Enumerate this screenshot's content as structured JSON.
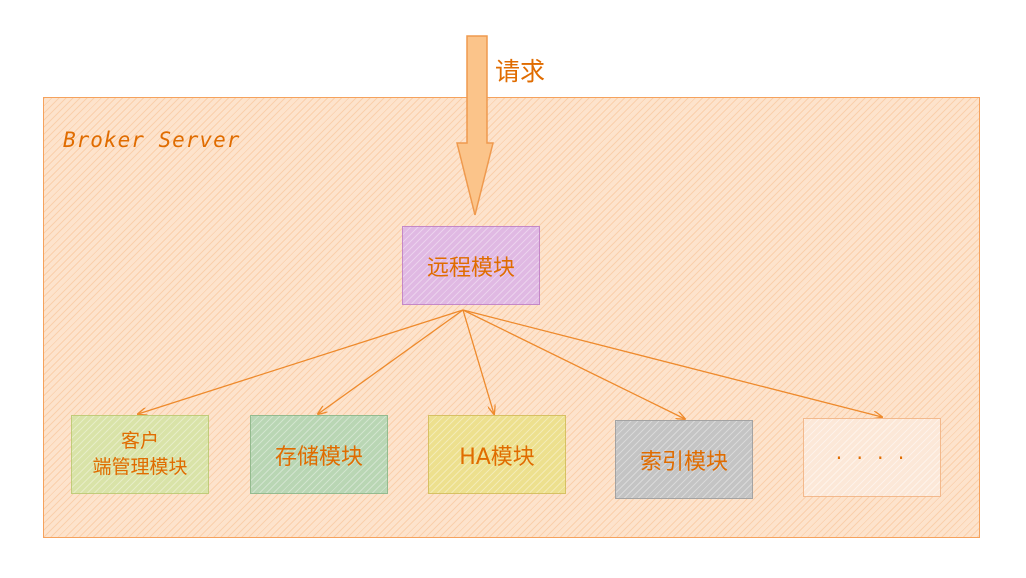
{
  "request_label": "请求",
  "server_label": "Broker Server",
  "remote_module": "远程模块",
  "modules": [
    {
      "line1": "客户",
      "line2": "端管理模块"
    },
    {
      "label": "存储模块"
    },
    {
      "label": "HA模块"
    },
    {
      "label": "索引模块"
    },
    {
      "label": "· · · ·"
    }
  ],
  "colors": {
    "accent": "#e06c00",
    "server_fill": "#fde3cc",
    "remote_fill": "#e0b9e3",
    "client_fill": "#d9e3a8",
    "storage_fill": "#b9d6b4",
    "ha_fill": "#ede08e",
    "index_fill": "#c4c4c4",
    "more_fill": "#fce8d8"
  }
}
